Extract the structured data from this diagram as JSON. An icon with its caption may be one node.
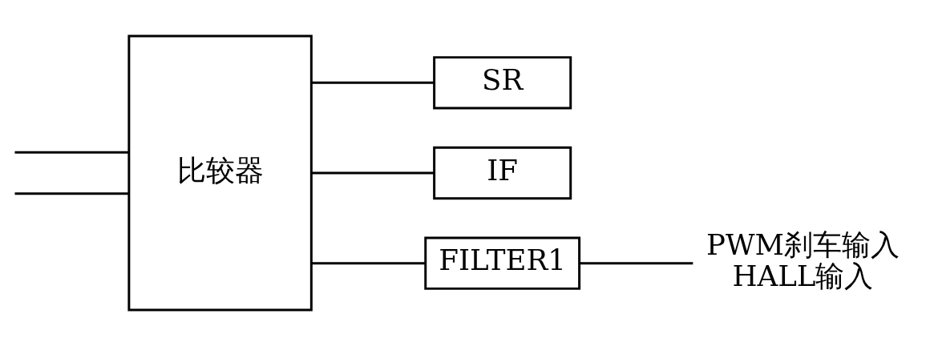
{
  "diagram": {
    "nodes": [
      {
        "text": [
          "比较器"
        ]
      },
      {
        "text": [
          "SR"
        ]
      },
      {
        "text": [
          "IF"
        ]
      },
      {
        "text": [
          "FILTER1"
        ]
      },
      {
        "text": [
          "PWM刹车输入",
          "HALL输入"
        ]
      }
    ],
    "edges": [
      {
        "from": null,
        "to": 0,
        "arrow": "none"
      },
      {
        "from": null,
        "to": 0,
        "arrow": "none"
      },
      {
        "from": 0,
        "to": 1,
        "arrow": "none"
      },
      {
        "from": 0,
        "to": 2,
        "arrow": "none"
      },
      {
        "from": 0,
        "to": 3,
        "arrow": "none"
      },
      {
        "from": 3,
        "to": 4,
        "arrow": "none"
      }
    ]
  }
}
